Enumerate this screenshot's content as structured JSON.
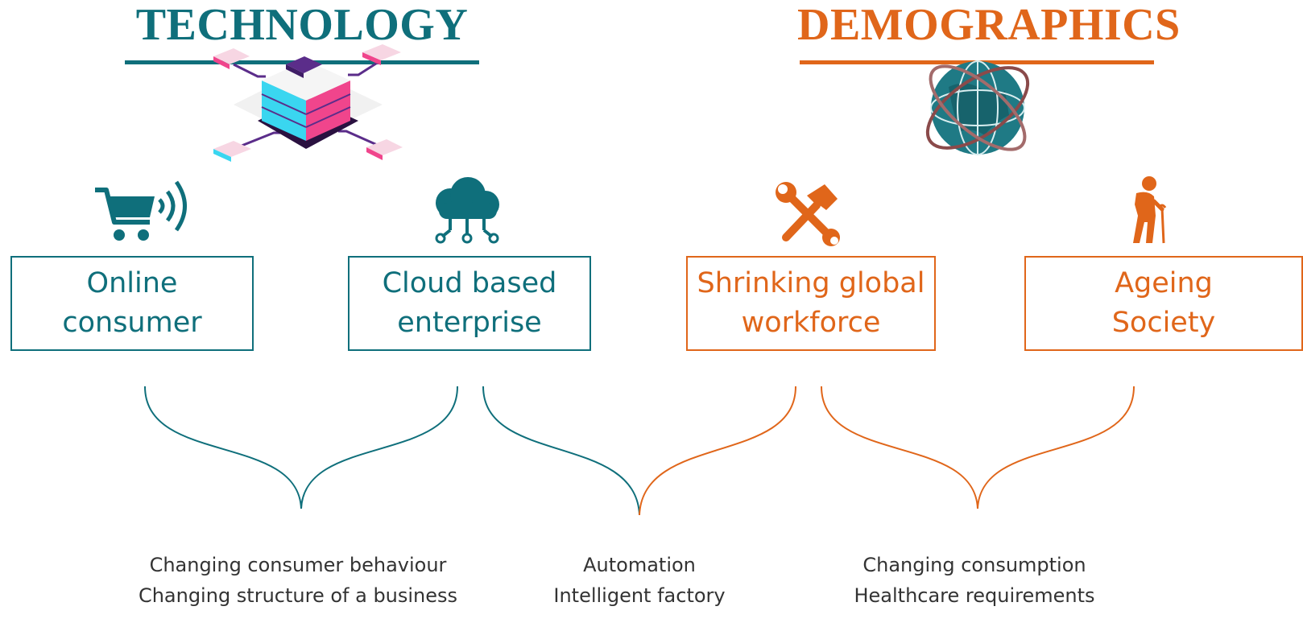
{
  "headings": {
    "technology": "TECHNOLOGY",
    "demographics": "DEMOGRAPHICS"
  },
  "boxes": [
    {
      "lines": [
        "Online",
        "consumer"
      ],
      "icon": "shopping-cart-wifi-icon"
    },
    {
      "lines": [
        "Cloud based",
        "enterprise"
      ],
      "icon": "cloud-network-icon"
    },
    {
      "lines": [
        "Shrinking global",
        "workforce"
      ],
      "icon": "wrench-hammer-icon"
    },
    {
      "lines": [
        "Ageing",
        "Society"
      ],
      "icon": "elderly-person-cane-icon"
    }
  ],
  "outcomes": [
    {
      "lines": [
        "Changing consumer behaviour",
        "Changing structure of a business"
      ]
    },
    {
      "lines": [
        "Automation",
        "Intelligent factory"
      ]
    },
    {
      "lines": [
        "Changing consumption",
        "Healthcare requirements"
      ]
    }
  ],
  "illustrations": {
    "technology": "server-blocks-illustration",
    "demographics": "globe-orbit-illustration"
  },
  "colors": {
    "technology": "#0f6f7b",
    "demographics": "#e0661a",
    "caption_text": "#333333"
  }
}
